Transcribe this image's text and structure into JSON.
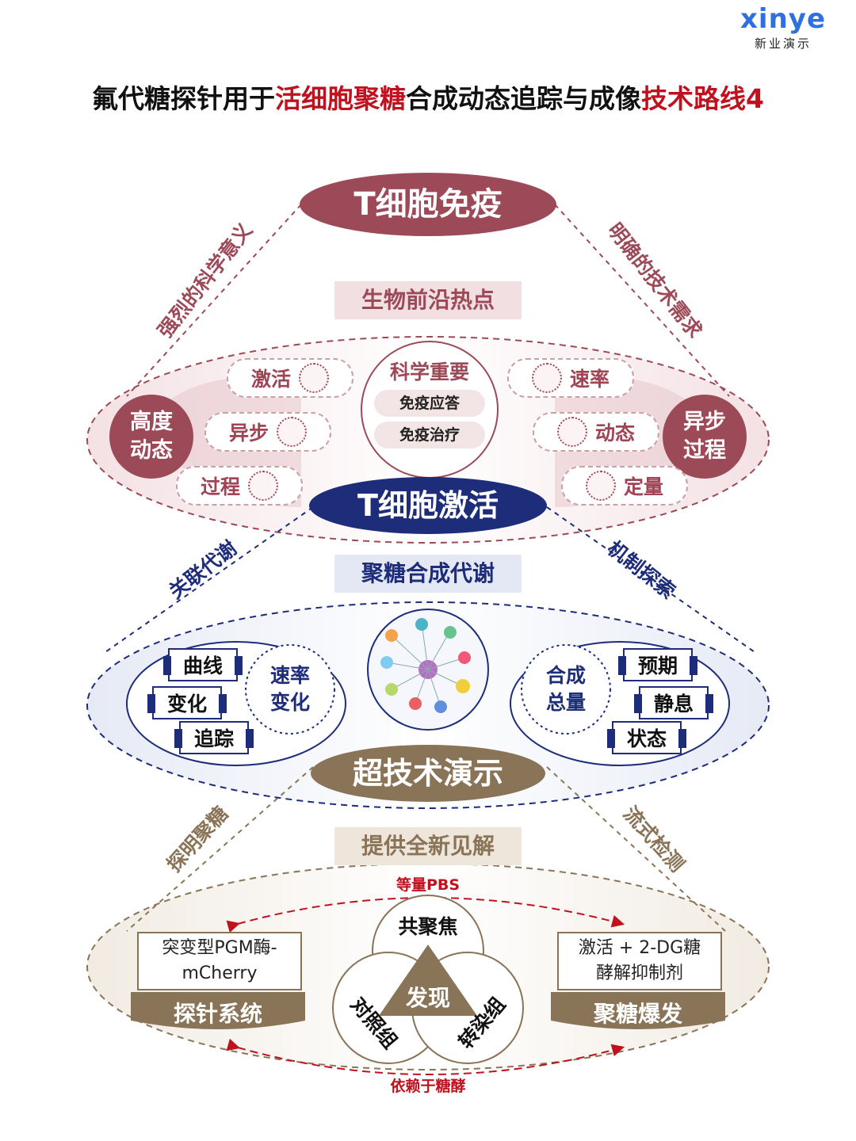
{
  "logo": {
    "brand": "xinye",
    "cn": "新业演示"
  },
  "title": {
    "part1": "氟代糖探针用于",
    "highlight1": "活细胞聚糖",
    "part2": "合成动态追踪与成像",
    "highlight2": "技术路线4"
  },
  "colors": {
    "maroon": "#9c4a58",
    "navy": "#1d2d7a",
    "brown": "#8a7458",
    "red": "#c0121e",
    "blue": "#2f6fe0"
  },
  "section1": {
    "pill": "T细胞免疫",
    "diag_left": "强烈的科学意义",
    "diag_right": "明确的技术需求",
    "band": "生物前沿热点",
    "left_circle": "高度\n动态",
    "right_circle": "异步\n过程",
    "left_chips": [
      "激活",
      "异步",
      "过程"
    ],
    "right_chips": [
      "速率",
      "动态",
      "定量"
    ],
    "center": {
      "title": "科学重要",
      "items": [
        "免疫应答",
        "免疫治疗"
      ]
    }
  },
  "section2": {
    "pill": "T细胞激活",
    "diag_left": "关联代谢",
    "diag_right": "机制探索",
    "band": "聚糖合成代谢",
    "left_center": "速率\n变化",
    "left_items": [
      "曲线",
      "变化",
      "追踪"
    ],
    "right_center": "合成\n总量",
    "right_items": [
      "预期",
      "静息",
      "状态"
    ]
  },
  "section3": {
    "pill": "超技术演示",
    "diag_left": "探明聚糖",
    "diag_right": "流式检测",
    "band": "提供全新见解",
    "top_arrow": "等量PBS",
    "bottom_arrow": "依赖于糖酵",
    "left_box": "突变型PGM酶-\nmCherry",
    "left_base": "探针系统",
    "right_box": "激活 + 2-DG糖\n酵解抑制剂",
    "right_base": "聚糖爆发",
    "venn": {
      "top": "共聚焦",
      "left": "对照组",
      "right": "转染组",
      "center": "发现"
    }
  }
}
